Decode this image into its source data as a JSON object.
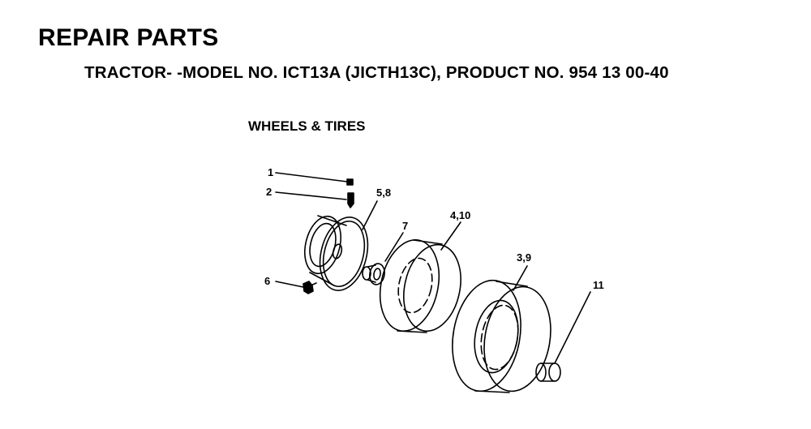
{
  "header": {
    "title": "REPAIR PARTS",
    "subtitle": "TRACTOR- -MODEL NO. ICT13A (JICTH13C), PRODUCT NO. 954 13 00-40"
  },
  "diagram": {
    "section_title": "WHEELS & TIRES",
    "callouts": {
      "c1": "1",
      "c2": "2",
      "c58": "5,8",
      "c7": "7",
      "c410": "4,10",
      "c39": "3,9",
      "c6": "6",
      "c11": "11"
    }
  }
}
